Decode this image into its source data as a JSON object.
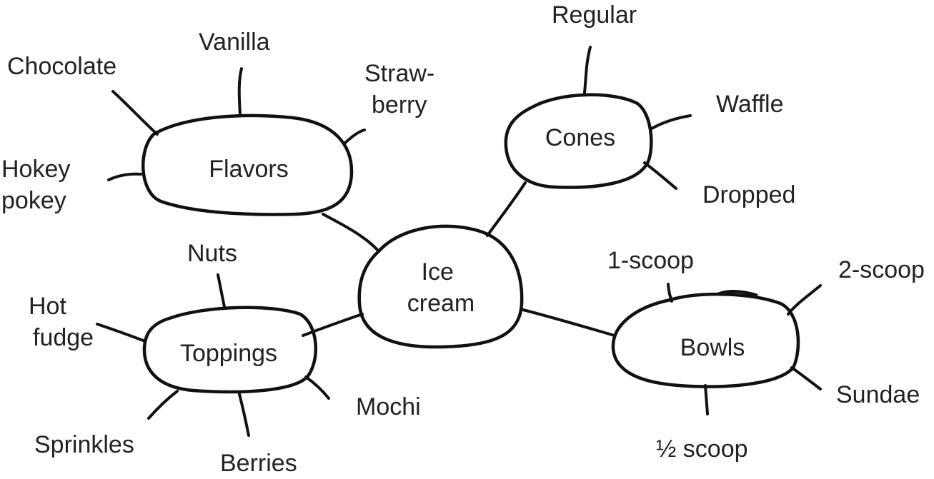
{
  "diagram": {
    "center": {
      "label_lines": [
        "Ice",
        "cream"
      ]
    },
    "branches": [
      {
        "key": "flavors",
        "label": "Flavors",
        "leaves": [
          {
            "key": "chocolate",
            "lines": [
              "Chocolate"
            ]
          },
          {
            "key": "vanilla",
            "lines": [
              "Vanilla"
            ]
          },
          {
            "key": "strawberry",
            "lines": [
              "Straw-",
              "berry"
            ]
          },
          {
            "key": "hokey-pokey",
            "lines": [
              "Hokey",
              "pokey"
            ]
          }
        ]
      },
      {
        "key": "cones",
        "label": "Cones",
        "leaves": [
          {
            "key": "regular",
            "lines": [
              "Regular"
            ]
          },
          {
            "key": "waffle",
            "lines": [
              "Waffle"
            ]
          },
          {
            "key": "dropped",
            "lines": [
              "Dropped"
            ]
          }
        ]
      },
      {
        "key": "toppings",
        "label": "Toppings",
        "leaves": [
          {
            "key": "nuts",
            "lines": [
              "Nuts"
            ]
          },
          {
            "key": "hot-fudge",
            "lines": [
              "Hot",
              "fudge"
            ]
          },
          {
            "key": "sprinkles",
            "lines": [
              "Sprinkles"
            ]
          },
          {
            "key": "berries",
            "lines": [
              "Berries"
            ]
          },
          {
            "key": "mochi",
            "lines": [
              "Mochi"
            ]
          }
        ]
      },
      {
        "key": "bowls",
        "label": "Bowls",
        "leaves": [
          {
            "key": "1-scoop",
            "lines": [
              "1-scoop"
            ]
          },
          {
            "key": "2-scoop",
            "lines": [
              "2-scoop"
            ]
          },
          {
            "key": "sundae",
            "lines": [
              "Sundae"
            ]
          },
          {
            "key": "half-scoop",
            "lines": [
              "½ scoop"
            ]
          }
        ]
      }
    ]
  }
}
